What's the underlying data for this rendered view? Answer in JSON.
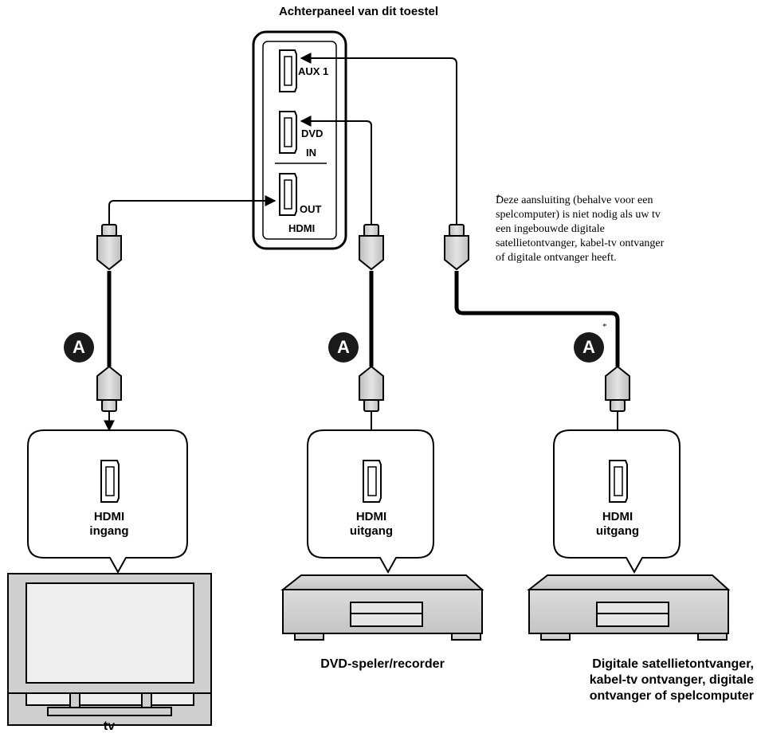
{
  "panel": {
    "title": "Achterpaneel van dit toestel",
    "ports": [
      "AUX 1",
      "DVD",
      "IN",
      "OUT",
      "HDMI"
    ]
  },
  "cable_label": "A",
  "footnote": {
    "mark": "*",
    "lines": [
      "Deze aansluiting (behalve voor een",
      "spelcomputer) is niet nodig als uw tv",
      "een ingebouwde digitale",
      "satellietontvanger, kabel-tv ontvanger",
      "of digitale ontvanger heeft."
    ]
  },
  "devices": [
    {
      "jack_line1": "HDMI",
      "jack_line2": "ingang",
      "name": "tv"
    },
    {
      "jack_line1": "HDMI",
      "jack_line2": "uitgang",
      "name": "DVD-speler/recorder"
    },
    {
      "jack_line1": "HDMI",
      "jack_line2": "uitgang",
      "name_lines": [
        "Digitale satellietontvanger,",
        "kabel-tv ontvanger, digitale",
        "ontvanger of spelcomputer"
      ]
    }
  ]
}
